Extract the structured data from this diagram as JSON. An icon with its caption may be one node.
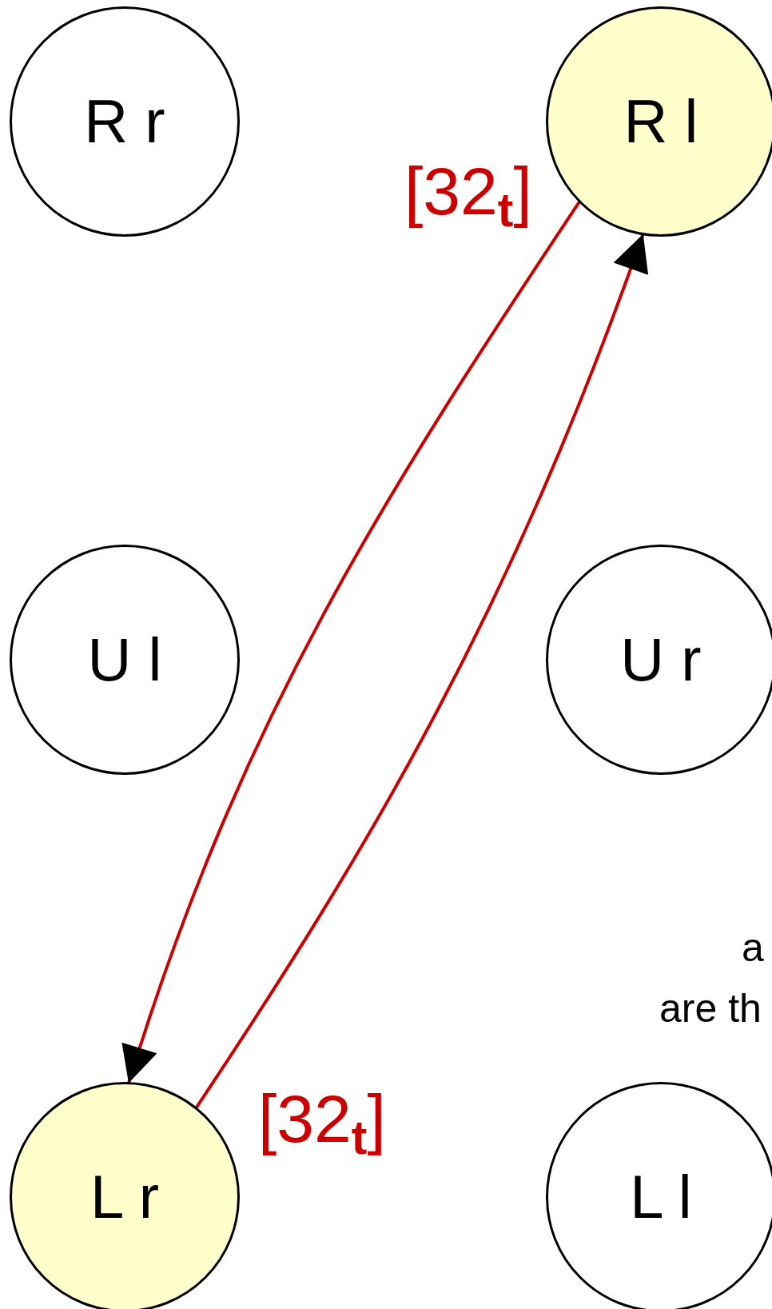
{
  "diagram": {
    "nodes": [
      {
        "text": [
          "R r"
        ]
      },
      {
        "text": [
          "R l"
        ]
      },
      {
        "text": [
          "U l"
        ]
      },
      {
        "text": [
          "U r"
        ]
      },
      {
        "text": [
          "L r"
        ]
      },
      {
        "text": [
          "L l"
        ]
      }
    ],
    "edges": [
      {
        "from": 4,
        "to": 1,
        "arrow": "to",
        "label": "[32$_{t}$]"
      },
      {
        "from": 1,
        "to": 4,
        "arrow": "to",
        "label": "[32$_{t}$]"
      }
    ],
    "labels": [
      "a",
      "are th"
    ]
  }
}
